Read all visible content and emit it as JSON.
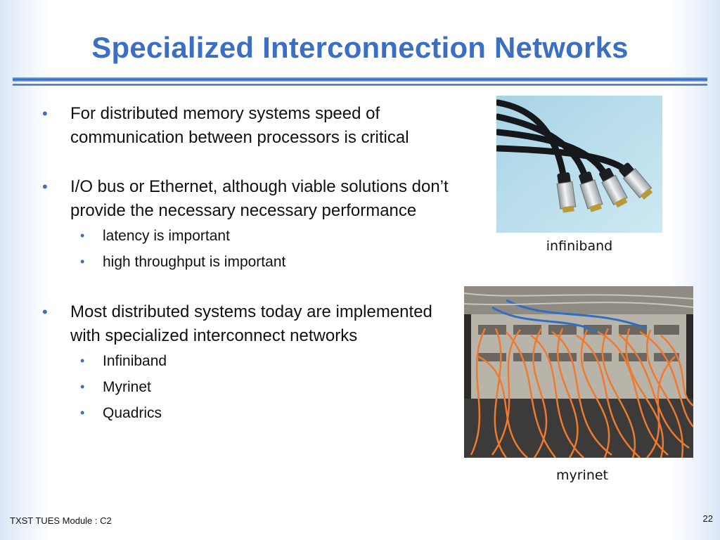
{
  "slide": {
    "title": "Specialized Interconnection Networks",
    "footer": "TXST TUES Module : C2",
    "page_number": "22"
  },
  "bullets": [
    {
      "text": "For distributed memory systems speed of communication between processors is critical"
    },
    {
      "text": "I/O bus or Ethernet, although viable solutions don’t provide the necessary necessary performance",
      "sub": [
        "latency is important",
        "high throughput is important"
      ]
    },
    {
      "text": "Most distributed systems today are implemented with specialized interconnect networks",
      "sub": [
        "Infiniband",
        "Myrinet",
        "Quadrics"
      ]
    }
  ],
  "images": [
    {
      "caption": "infiniband"
    },
    {
      "caption": "myrinet"
    }
  ],
  "colors": {
    "accent": "#3a6fc4",
    "rule": "#2d62c0"
  }
}
